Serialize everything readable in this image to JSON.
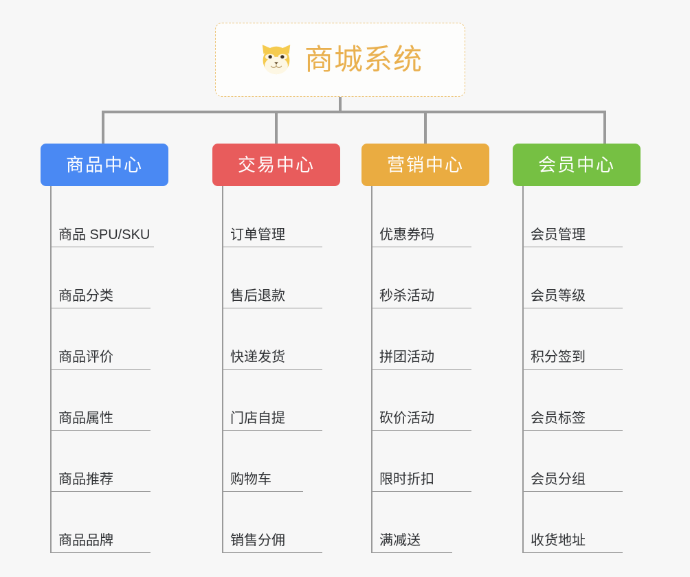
{
  "page": {
    "background_color": "#f7f7f7",
    "line_color": "#9a9a9a"
  },
  "root": {
    "title": "商城系统",
    "icon": "shiba-dog-face-icon",
    "title_color": "#e9b04f",
    "border_color": "#edc67c",
    "background_color": "#fdfdfc"
  },
  "categories": [
    {
      "label": "商品中心",
      "color": "#4a89f3",
      "items": [
        {
          "label": "商品 SPU/SKU"
        },
        {
          "label": "商品分类"
        },
        {
          "label": "商品评价"
        },
        {
          "label": "商品属性"
        },
        {
          "label": "商品推荐"
        },
        {
          "label": "商品品牌"
        }
      ]
    },
    {
      "label": "交易中心",
      "color": "#e85c5c",
      "items": [
        {
          "label": "订单管理"
        },
        {
          "label": "售后退款"
        },
        {
          "label": "快递发货"
        },
        {
          "label": "门店自提"
        },
        {
          "label": "购物车"
        },
        {
          "label": "销售分佣"
        }
      ]
    },
    {
      "label": "营销中心",
      "color": "#eaac41",
      "items": [
        {
          "label": "优惠券码"
        },
        {
          "label": "秒杀活动"
        },
        {
          "label": "拼团活动"
        },
        {
          "label": "砍价活动"
        },
        {
          "label": "限时折扣"
        },
        {
          "label": "满减送"
        }
      ]
    },
    {
      "label": "会员中心",
      "color": "#76c043",
      "items": [
        {
          "label": "会员管理"
        },
        {
          "label": "会员等级"
        },
        {
          "label": "积分签到"
        },
        {
          "label": "会员标签"
        },
        {
          "label": "会员分组"
        },
        {
          "label": "收货地址"
        }
      ]
    }
  ]
}
